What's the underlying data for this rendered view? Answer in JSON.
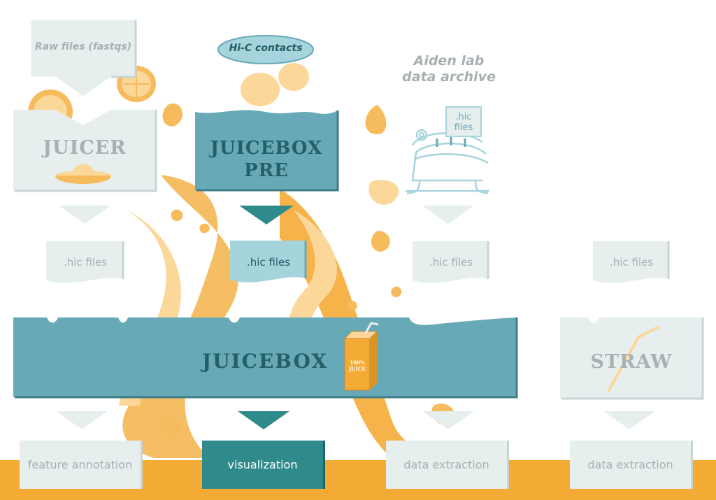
{
  "colors": {
    "teal_dark": "#2f8a8c",
    "teal": "#68a9b8",
    "teal_light": "#a6d4dc",
    "pale": "#e7efee",
    "orange": "#f4ab35",
    "orange_light": "#fbd79a",
    "grey_text": "#a8b0b2",
    "dark_text": "#245e66"
  },
  "inputs": {
    "raw_files": "Raw files (fastqs)",
    "hic_contacts": "Hi-C contacts",
    "aiden_archive_line1": "Aiden lab",
    "aiden_archive_line2": "data archive",
    "archive_hic_files": ".hic files"
  },
  "tools": {
    "juicer": "JUICER",
    "juicebox_pre_line1": "JUICEBOX",
    "juicebox_pre_line2": "PRE",
    "juicebox": "JUICEBOX",
    "straw": "STRAW",
    "juice_box_line1": "100%",
    "juice_box_line2": "JUICE"
  },
  "hic_files": [
    ".hic files",
    ".hic files",
    ".hic files",
    ".hic files"
  ],
  "outputs": [
    "feature annotation",
    "visualization",
    "data extraction",
    "data extraction"
  ]
}
